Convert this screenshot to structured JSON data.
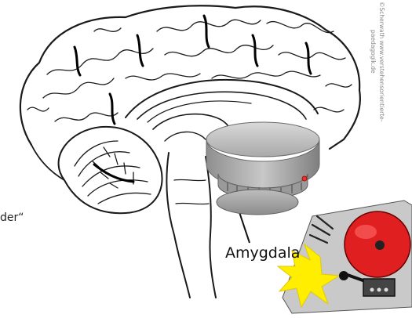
{
  "labels": {
    "side_fragment": "der“",
    "amygdala": "Amygdala"
  },
  "credit": {
    "line1": "©Scherwath www.verstehensorientierte-",
    "line2": "paedagogik.de"
  },
  "icons": {
    "brain": "brain-sketch",
    "smoke_detector": "smoke-detector-icon",
    "alarm_bell": "alarm-bell-icon"
  },
  "colors": {
    "detector_body": "#b8b8b8",
    "bell_red": "#e02020",
    "bell_panel": "#c9c9c9",
    "flash_yellow": "#ffee00",
    "led_red": "#ff2a2a"
  }
}
